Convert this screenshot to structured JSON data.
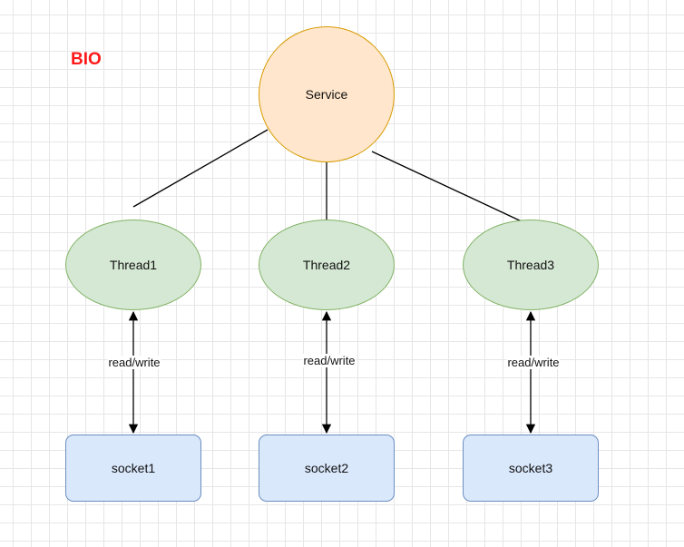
{
  "title": "BIO",
  "nodes": {
    "service": "Service",
    "threads": [
      "Thread1",
      "Thread2",
      "Thread3"
    ],
    "sockets": [
      "socket1",
      "socket2",
      "socket3"
    ]
  },
  "edge_labels": [
    "read/write",
    "read/write",
    "read/write"
  ],
  "colors": {
    "title": "#ff1a1a",
    "service_fill": "#ffe6cc",
    "service_stroke": "#d79b00",
    "thread_fill": "#d5e8d4",
    "thread_stroke": "#82b366",
    "socket_fill": "#dae8fc",
    "socket_stroke": "#6c8ebf"
  }
}
